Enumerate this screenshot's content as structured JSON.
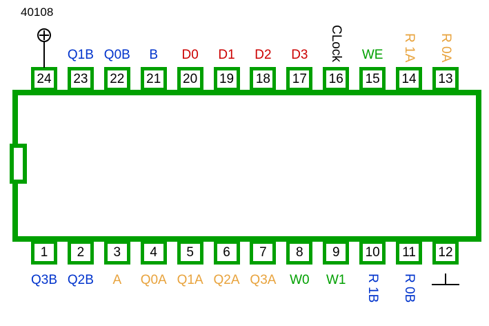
{
  "title": "40108",
  "colors": {
    "chip_green": "#00A000",
    "blue": "#0033CC",
    "red": "#CC0000",
    "orange": "#E8A33D",
    "black": "#000000"
  },
  "top_pins": [
    {
      "number": "24",
      "label": "",
      "label_color": "#000000",
      "power": true
    },
    {
      "number": "23",
      "label": "Q1B",
      "label_color": "#0033CC"
    },
    {
      "number": "22",
      "label": "Q0B",
      "label_color": "#0033CC"
    },
    {
      "number": "21",
      "label": "B",
      "label_color": "#0033CC"
    },
    {
      "number": "20",
      "label": "D0",
      "label_color": "#CC0000"
    },
    {
      "number": "19",
      "label": "D1",
      "label_color": "#CC0000"
    },
    {
      "number": "18",
      "label": "D2",
      "label_color": "#CC0000"
    },
    {
      "number": "17",
      "label": "D3",
      "label_color": "#CC0000"
    },
    {
      "number": "16",
      "label": "CLock",
      "label_color": "#000000",
      "vertical": true
    },
    {
      "number": "15",
      "label": "WE",
      "label_color": "#00A000"
    },
    {
      "number": "14",
      "label": "R 1A",
      "label_color": "#E8A33D",
      "vertical": true
    },
    {
      "number": "13",
      "label": "R 0A",
      "label_color": "#E8A33D",
      "vertical": true
    }
  ],
  "bottom_pins": [
    {
      "number": "1",
      "label": "Q3B",
      "label_color": "#0033CC"
    },
    {
      "number": "2",
      "label": "Q2B",
      "label_color": "#0033CC"
    },
    {
      "number": "3",
      "label": "A",
      "label_color": "#E8A33D"
    },
    {
      "number": "4",
      "label": "Q0A",
      "label_color": "#E8A33D"
    },
    {
      "number": "5",
      "label": "Q1A",
      "label_color": "#E8A33D"
    },
    {
      "number": "6",
      "label": "Q2A",
      "label_color": "#E8A33D"
    },
    {
      "number": "7",
      "label": "Q3A",
      "label_color": "#E8A33D"
    },
    {
      "number": "8",
      "label": "W0",
      "label_color": "#00A000"
    },
    {
      "number": "9",
      "label": "W1",
      "label_color": "#00A000"
    },
    {
      "number": "10",
      "label": "R 1B",
      "label_color": "#0033CC",
      "vertical": true
    },
    {
      "number": "11",
      "label": "R 0B",
      "label_color": "#0033CC",
      "vertical": true
    },
    {
      "number": "12",
      "label": "",
      "label_color": "#000000",
      "ground": true
    }
  ]
}
